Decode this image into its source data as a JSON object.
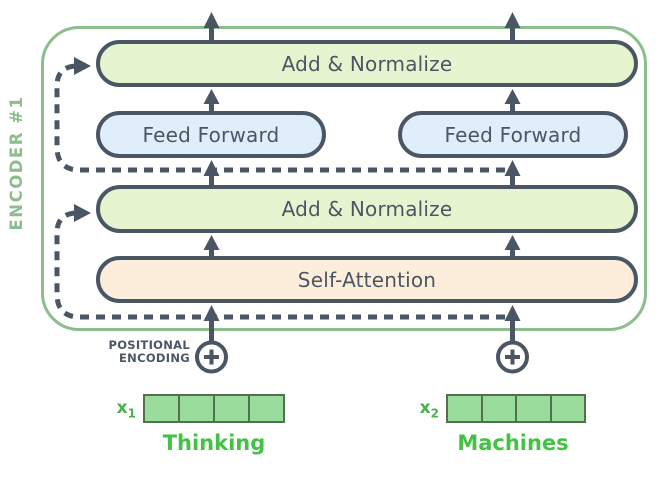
{
  "colors": {
    "slate": "#4b5664",
    "encoder_green": "#8cbd8c",
    "add_normalize_fill": "#e6f5d0",
    "feed_forward_fill": "#e0eefb",
    "self_attention_fill": "#fdeedc",
    "embedding_fill": "#99dc9b",
    "embedding_border": "#53714e",
    "word_green": "#43c243",
    "background": "#ffffff"
  },
  "encoder": {
    "label": "ENCODER #1",
    "layers": {
      "add_normalize_top": "Add & Normalize",
      "feed_forward_left": "Feed Forward",
      "feed_forward_right": "Feed Forward",
      "add_normalize_middle": "Add & Normalize",
      "self_attention": "Self-Attention"
    }
  },
  "positional_encoding": {
    "line1": "POSITIONAL",
    "line2": "ENCODING"
  },
  "inputs": [
    {
      "id": "x1",
      "label_base": "x",
      "label_sub": "1",
      "word": "Thinking",
      "cells": 4
    },
    {
      "id": "x2",
      "label_base": "x",
      "label_sub": "2",
      "word": "Machines",
      "cells": 4
    }
  ]
}
